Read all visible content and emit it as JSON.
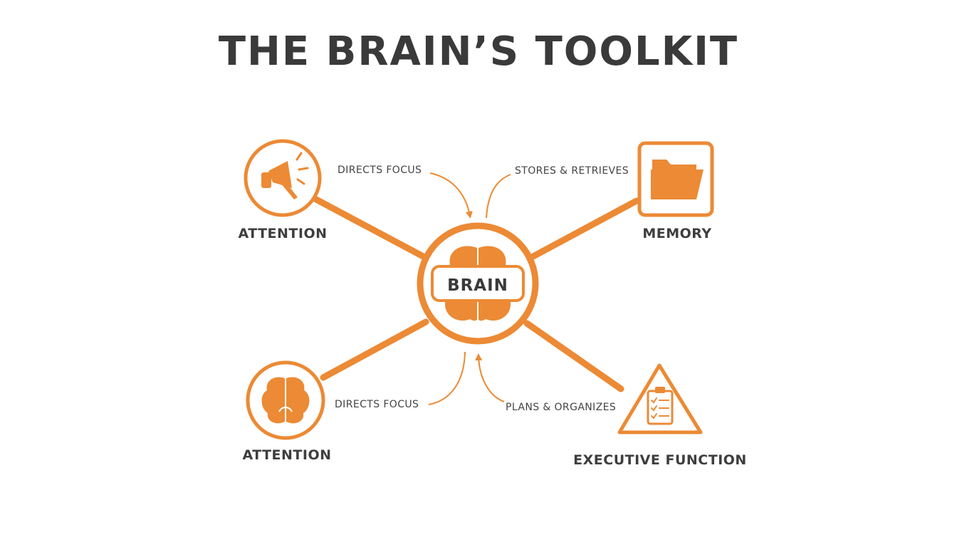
{
  "title": "THE BRAIN’S TOOLKIT",
  "hub": {
    "label": "BRAIN",
    "icon": "brain-icon"
  },
  "nodes": [
    {
      "id": "top-left",
      "label": "ATTENTION",
      "icon": "megaphone-icon"
    },
    {
      "id": "top-right",
      "label": "MEMORY",
      "icon": "folder-icon"
    },
    {
      "id": "bottom-left",
      "label": "ATTENTION",
      "icon": "brain-icon"
    },
    {
      "id": "bottom-right",
      "label": "EXECUTIVE FUNCTION",
      "icon": "clipboard-checklist-icon"
    }
  ],
  "edge_labels": {
    "top_left": "DIRECTS FOCUS",
    "top_right": "STORES & RETRIEVES",
    "bottom_left": "DIRECTS FOCUS",
    "bottom_right": "PLANS & ORGANIZES"
  },
  "colors": {
    "accent": "#ec8a35",
    "text": "#3a3a3a",
    "background": "#ffffff"
  }
}
